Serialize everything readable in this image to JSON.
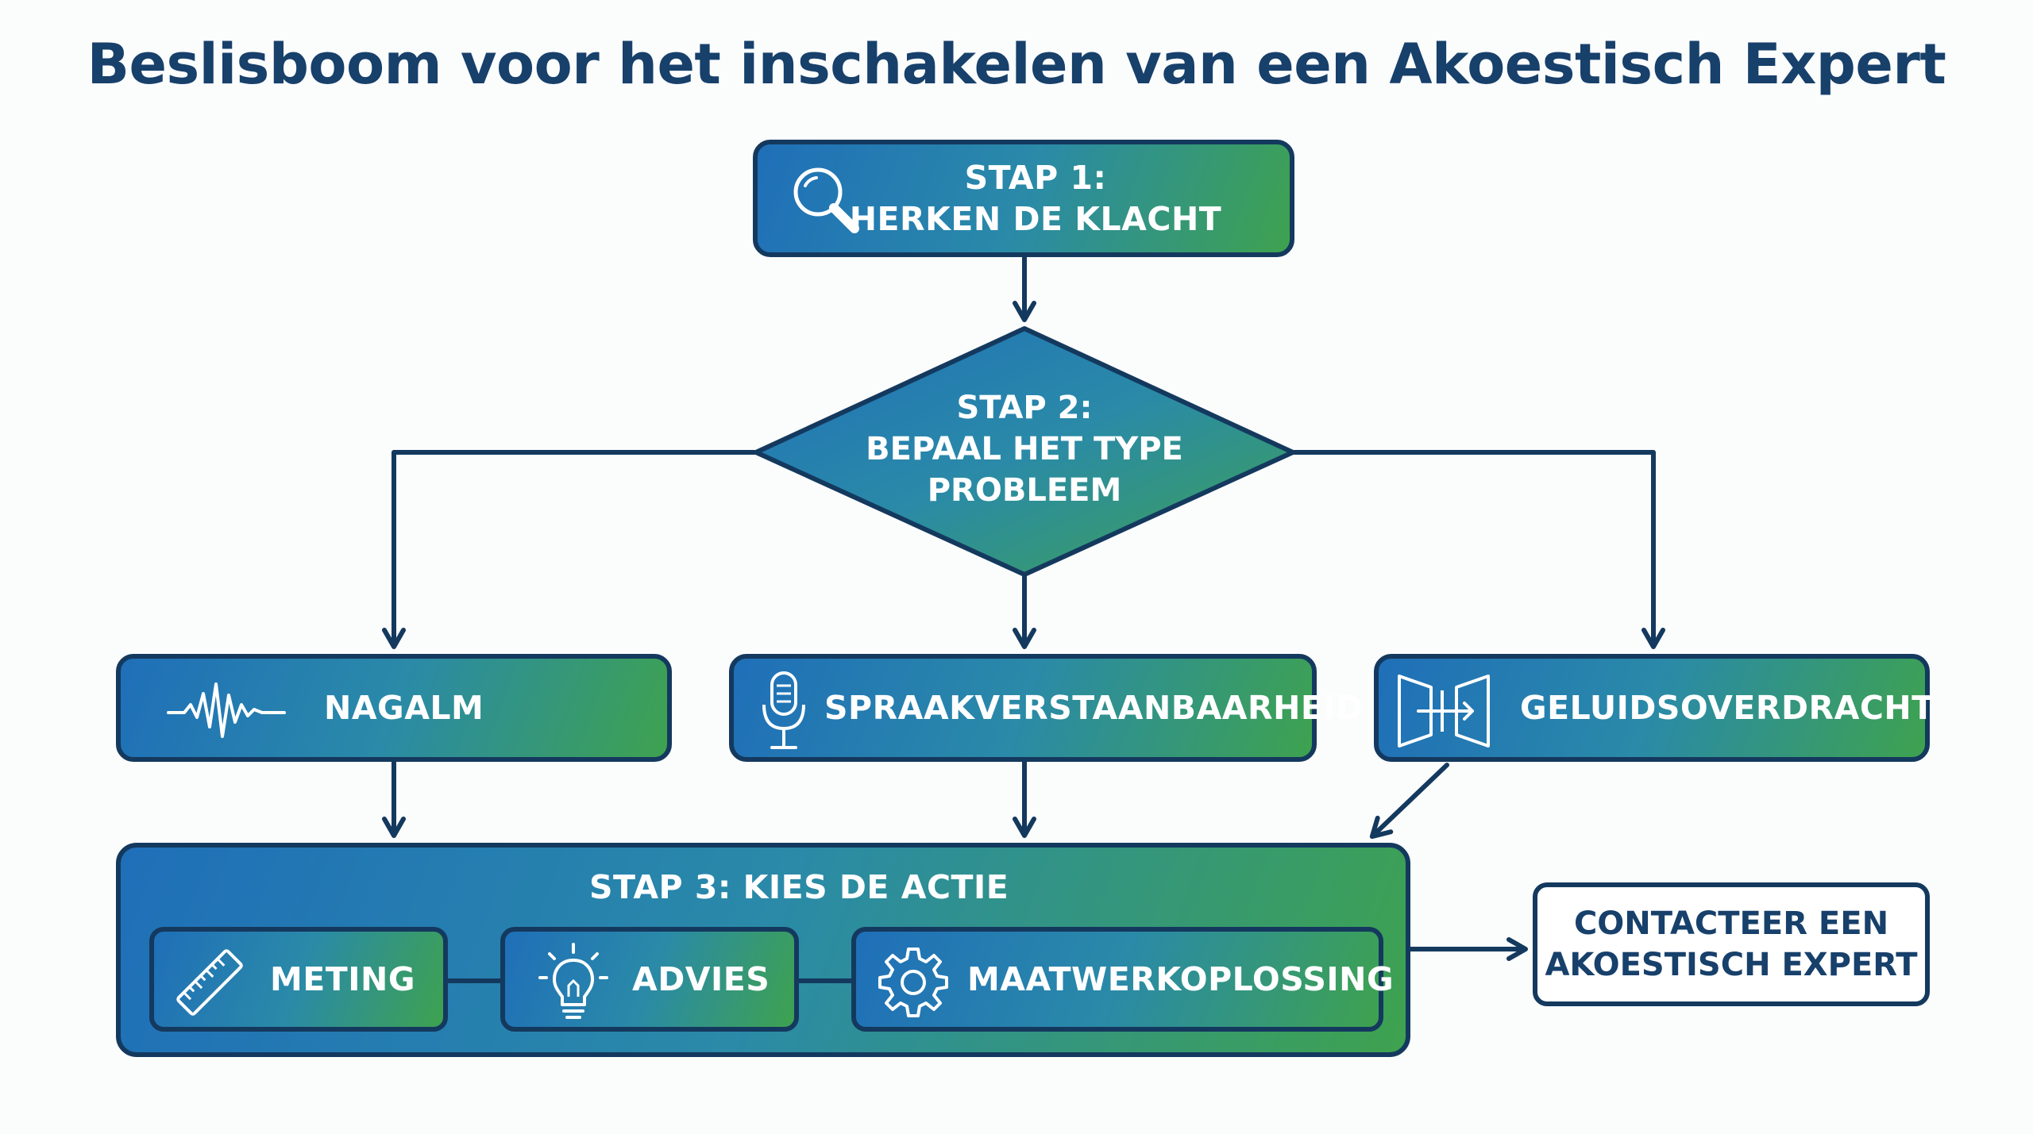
{
  "title": "Beslisboom voor het inschakelen van een Akoestisch Expert",
  "step1": {
    "line1": "STAP 1:",
    "line2": "HERKEN DE KLACHT",
    "icon": "search-icon"
  },
  "step2": {
    "line1": "STAP 2:",
    "line2": "BEPAAL HET TYPE",
    "line3": "PROBLEEM"
  },
  "problems": [
    {
      "label": "NAGALM",
      "icon": "waveform-icon"
    },
    {
      "label": "SPRAAKVERSTAANBAARHEID",
      "icon": "microphone-icon"
    },
    {
      "label": "GELUIDSOVERDRACHT",
      "icon": "sound-transfer-icon"
    }
  ],
  "step3": {
    "title": "STAP 3: KIES DE ACTIE",
    "actions": [
      {
        "label": "METING",
        "icon": "ruler-icon"
      },
      {
        "label": "ADVIES",
        "icon": "lightbulb-icon"
      },
      {
        "label": "MAATWERKOPLOSSING",
        "icon": "gear-icon"
      }
    ]
  },
  "contact": {
    "line1": "CONTACTEER EEN",
    "line2": "AKOESTISCH EXPERT"
  },
  "colors": {
    "dark_navy": "#14395e",
    "title_blue": "#17406b",
    "gradient_blue": "#1f6fb8",
    "gradient_green": "#3ea24f"
  }
}
